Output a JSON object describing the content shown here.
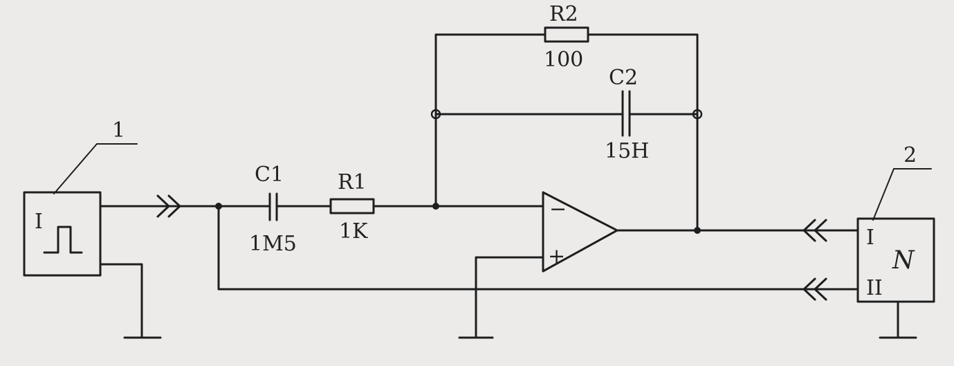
{
  "callouts": {
    "source": "1",
    "meter": "2"
  },
  "source": {
    "terminal": "I"
  },
  "c1": {
    "ref": "C1",
    "value": "1M5"
  },
  "r1": {
    "ref": "R1",
    "value": "1K"
  },
  "r2": {
    "ref": "R2",
    "value": "100"
  },
  "c2": {
    "ref": "C2",
    "value": "15H"
  },
  "opamp": {
    "minus": "−",
    "plus": "+"
  },
  "meter": {
    "input1": "I",
    "input2": "II",
    "label": "N"
  }
}
